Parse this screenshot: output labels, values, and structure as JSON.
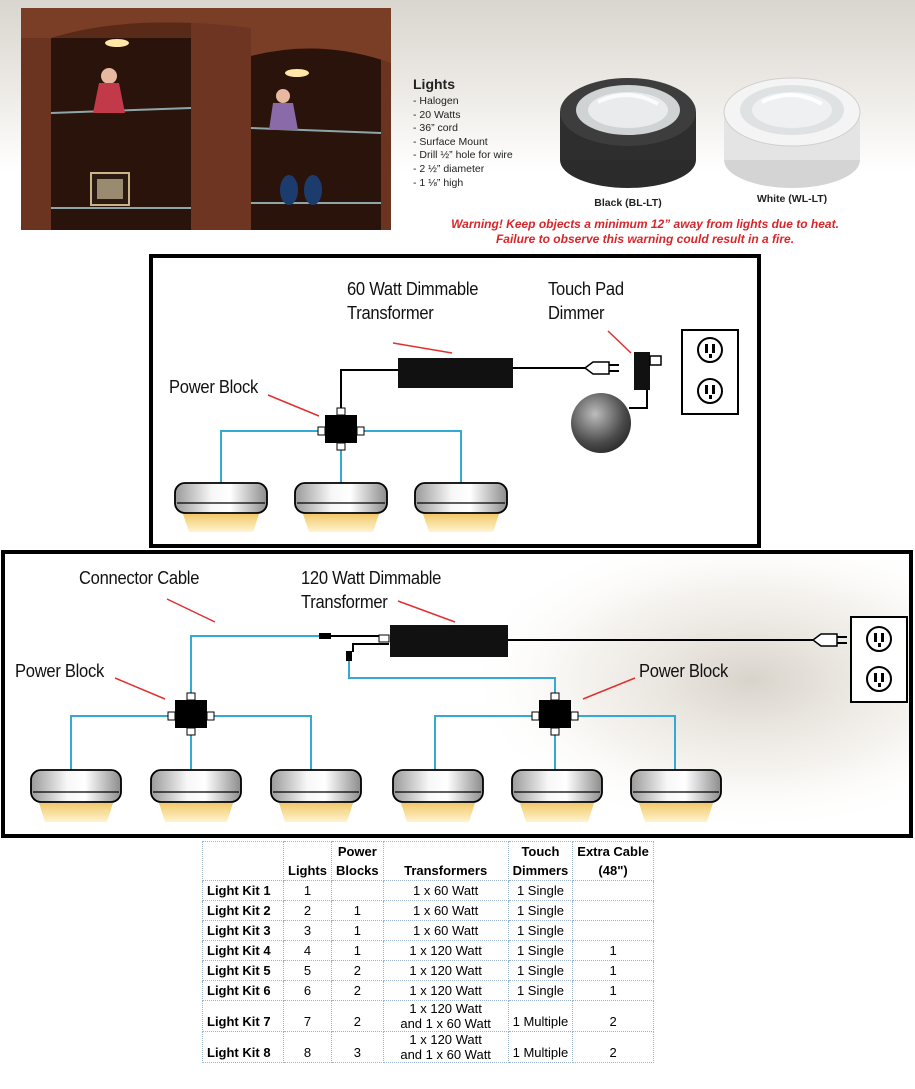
{
  "specs": {
    "title": "Lights",
    "items": [
      "- Halogen",
      "- 20 Watts",
      "- 36” cord",
      "- Surface Mount",
      "- Drill ½” hole for wire",
      "- 2 ½” diameter",
      "- 1 ⅛” high"
    ]
  },
  "products": [
    {
      "caption": "Black (BL-LT)",
      "color": "#3a3a3a"
    },
    {
      "caption": "White (WL-LT)",
      "color": "#f2f2f2"
    }
  ],
  "warning": {
    "line1": "Warning! Keep objects a minimum 12” away from lights due to heat.",
    "line2": "Failure to observe this warning could result in a fire."
  },
  "diagram1": {
    "transformer_label_1": "60 Watt Dimmable",
    "transformer_label_2": "Transformer",
    "dimmer_label_1": "Touch Pad",
    "dimmer_label_2": "Dimmer",
    "power_block_label": "Power Block"
  },
  "diagram2": {
    "connector_label": "Connector Cable",
    "transformer_label_1": "120 Watt Dimmable",
    "transformer_label_2": "Transformer",
    "power_block_left_label": "Power Block",
    "power_block_right_label": "Power Block"
  },
  "colors": {
    "wire": "#35a9d6",
    "warning": "#d7262b",
    "light_glow": "#f5d27a"
  },
  "table": {
    "headers": {
      "lights": "Lights",
      "power_blocks_1": "Power",
      "power_blocks_2": "Blocks",
      "transformers": "Transformers",
      "dimmers_1": "Touch",
      "dimmers_2": "Dimmers",
      "cable_1": "Extra Cable",
      "cable_2": "(48\")"
    },
    "rows": [
      {
        "kit": "Light Kit 1",
        "lights": "1",
        "blocks": "",
        "t1": "1 x 60 Watt",
        "t2": "",
        "dimmers": "1 Single",
        "cable": ""
      },
      {
        "kit": "Light Kit 2",
        "lights": "2",
        "blocks": "1",
        "t1": "1 x 60 Watt",
        "t2": "",
        "dimmers": "1 Single",
        "cable": ""
      },
      {
        "kit": "Light Kit 3",
        "lights": "3",
        "blocks": "1",
        "t1": "1 x 60 Watt",
        "t2": "",
        "dimmers": "1 Single",
        "cable": ""
      },
      {
        "kit": "Light Kit 4",
        "lights": "4",
        "blocks": "1",
        "t1": "1 x 120 Watt",
        "t2": "",
        "dimmers": "1 Single",
        "cable": "1"
      },
      {
        "kit": "Light Kit 5",
        "lights": "5",
        "blocks": "2",
        "t1": "1 x 120 Watt",
        "t2": "",
        "dimmers": "1 Single",
        "cable": "1"
      },
      {
        "kit": "Light Kit 6",
        "lights": "6",
        "blocks": "2",
        "t1": "1 x 120 Watt",
        "t2": "",
        "dimmers": "1 Single",
        "cable": "1"
      },
      {
        "kit": "Light Kit 7",
        "lights": "7",
        "blocks": "2",
        "t1": "1 x 120 Watt",
        "t2": "and 1 x 60 Watt",
        "dimmers": "1 Multiple",
        "cable": "2"
      },
      {
        "kit": "Light Kit 8",
        "lights": "8",
        "blocks": "3",
        "t1": "1 x 120 Watt",
        "t2": "and 1 x 60 Watt",
        "dimmers": "1 Multiple",
        "cable": "2"
      }
    ]
  }
}
